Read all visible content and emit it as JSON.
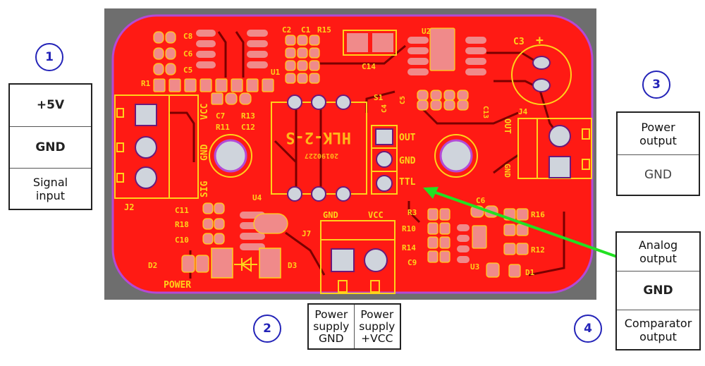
{
  "diagram": {
    "title": "PCB pinout diagram",
    "colors": {
      "board_copper": "#ff1a14",
      "board_outline": "#b44ad6",
      "background_frame": "#6e6e6e",
      "silkscreen": "#ffd21a",
      "pad": "#f08a8a",
      "through_hole": "#cfd4dc",
      "arrow": "#22e022",
      "callout_number": "#2424b8"
    },
    "callouts": [
      {
        "number": "1",
        "pins": [
          "+5V",
          "GND",
          "Signal input"
        ]
      },
      {
        "number": "2",
        "pins": [
          "Power supply GND",
          "Power supply +VCC"
        ]
      },
      {
        "number": "3",
        "pins": [
          "Power output",
          "GND"
        ]
      },
      {
        "number": "4",
        "pins": [
          "Analog output",
          "GND",
          "Comparator output"
        ]
      }
    ],
    "silkscreen_labels": {
      "j2_vcc": "VCC",
      "j2_gnd": "GND",
      "j2_sig": "SIG",
      "j2_ref": "J2",
      "out": "OUT",
      "gnd": "GND",
      "ttl": "TTL",
      "j7_gnd": "GND",
      "j7_vcc": "VCC",
      "j7_ref": "J7",
      "power": "POWER",
      "d2": "D2",
      "d3": "D3",
      "d1": "D1",
      "u1": "U1",
      "u2": "U2",
      "u3": "U3",
      "u4": "U4",
      "c1": "C1",
      "c2": "C2",
      "c3": "C3",
      "c3_plus": "+",
      "c4": "C4",
      "c5": "C5",
      "c6": "C6",
      "c7": "C7",
      "c8": "C8",
      "c9": "C9",
      "c10": "C10",
      "c11": "C11",
      "c12": "C12",
      "c13": "C13",
      "c14": "C14",
      "r1": "R1",
      "r3": "R3",
      "r10": "R10",
      "r11": "R11",
      "r12": "R12",
      "r13": "R13",
      "r14": "R14",
      "r15": "R15",
      "r16": "R16",
      "r18": "R18",
      "s1": "S1",
      "j4_ref": "J4",
      "j4_out": "OUT",
      "j4_gnd": "GND",
      "module_label": "HLK-2-S",
      "module_date": "20190227"
    }
  }
}
